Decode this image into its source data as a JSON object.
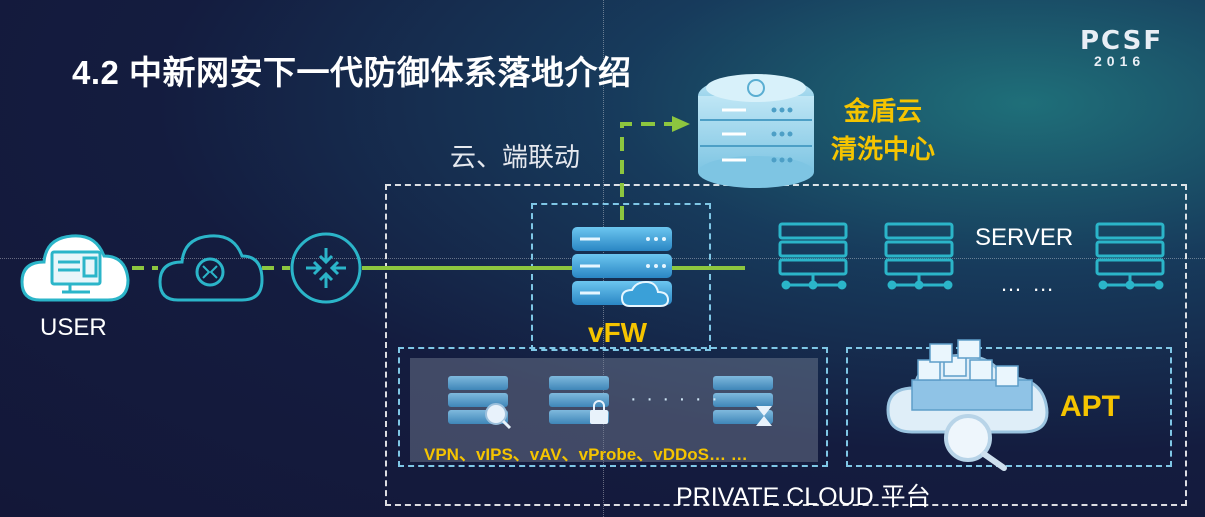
{
  "slide": {
    "title": "4.2 中新网安下一代防御体系落地介绍",
    "logo_text": "PCSF",
    "logo_year": "2016"
  },
  "labels": {
    "cloud_center": "金盾云\n清洗中心",
    "cloud_link": "云、端联动",
    "user": "USER",
    "vfw": "vFW",
    "server": "SERVER",
    "server_dots": "… …",
    "apt": "APT",
    "services": "VPN、vIPS、vAV、vProbe、vDDoS… …",
    "services_dots": "· · · · · ·",
    "private_cloud": "PRIVATE CLOUD 平台"
  },
  "icons": {
    "user": "computer-cloud-icon",
    "internet": "network-cloud-icon",
    "router": "router-icon",
    "vfw": "firewall-server-icon",
    "cloud_center": "cloud-server-stack-icon",
    "server": "server-rack-icon",
    "apt": "vmware-cloud-icon"
  },
  "colors": {
    "accent_green": "#8dc63f",
    "accent_yellow": "#f5c400",
    "icon_stroke": "#2bb5c9",
    "server_blue": "#3aa0d8",
    "dash_blue": "#7fc7e6"
  }
}
